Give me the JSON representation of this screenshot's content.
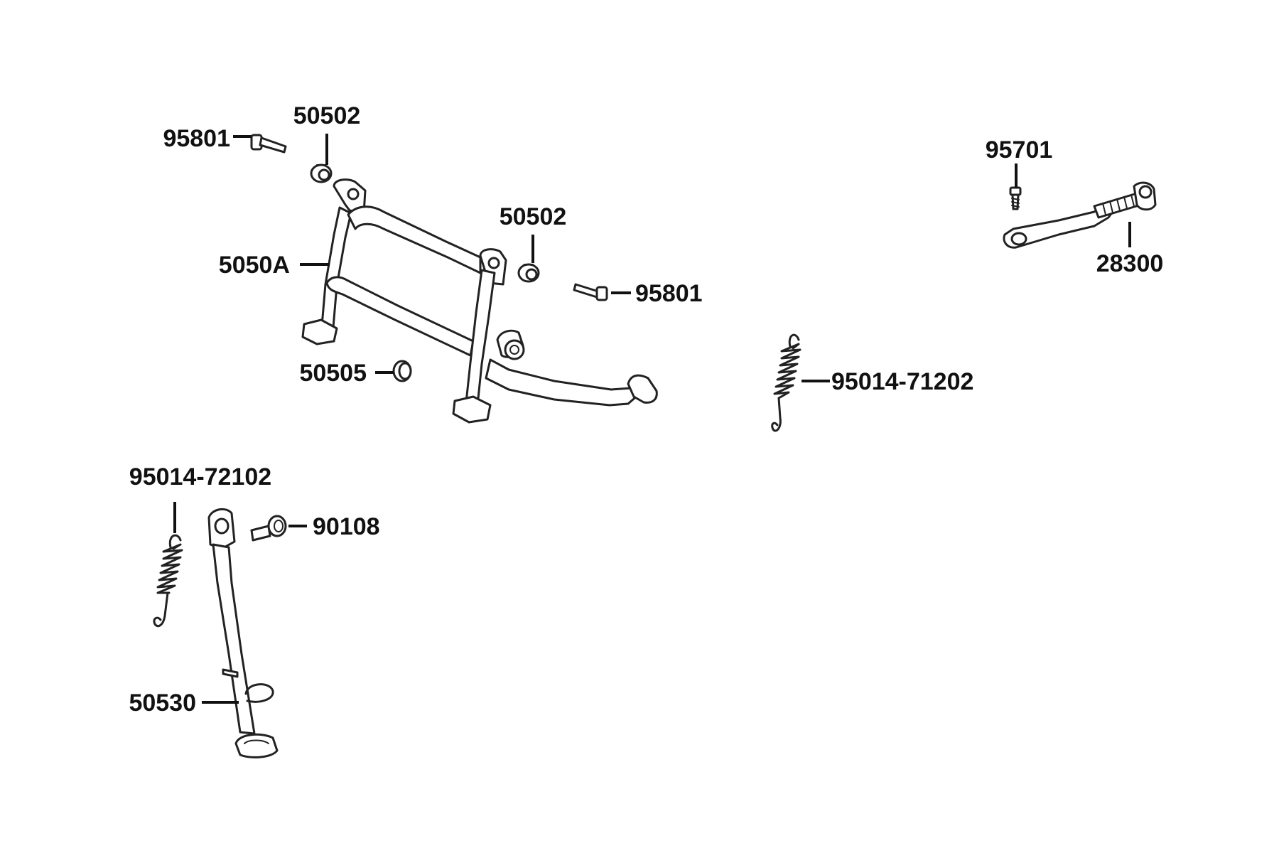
{
  "diagram": {
    "callouts": [
      {
        "id": "c1",
        "text": "95801"
      },
      {
        "id": "c2",
        "text": "50502"
      },
      {
        "id": "c3",
        "text": "5050A"
      },
      {
        "id": "c4",
        "text": "50502"
      },
      {
        "id": "c5",
        "text": "95801"
      },
      {
        "id": "c6",
        "text": "50505"
      },
      {
        "id": "c7",
        "text": "95014-71202"
      },
      {
        "id": "c8",
        "text": "95701"
      },
      {
        "id": "c9",
        "text": "28300"
      },
      {
        "id": "c10",
        "text": "95014-72102"
      },
      {
        "id": "c11",
        "text": "90108"
      },
      {
        "id": "c12",
        "text": "50530"
      }
    ]
  }
}
